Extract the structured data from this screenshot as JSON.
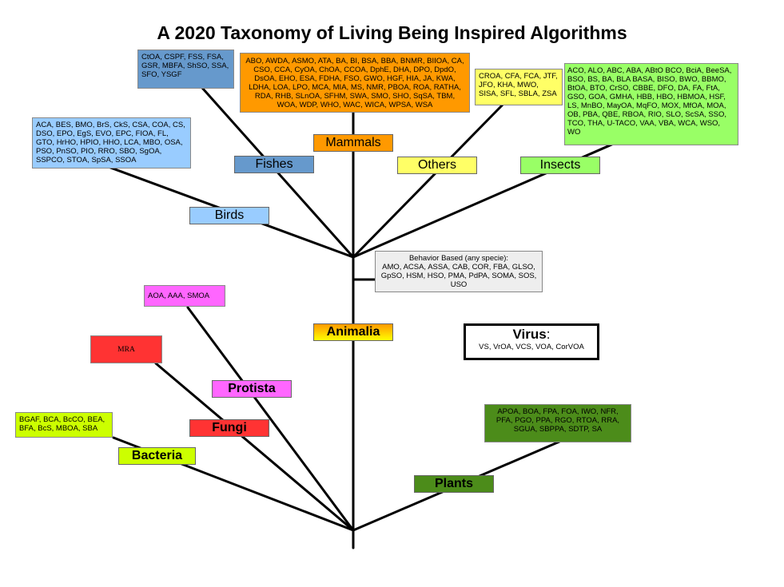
{
  "title": "A 2020 Taxonomy of Living Being Inspired Algorithms",
  "colors": {
    "mammals": "#ff9900",
    "fishes": "#6699cc",
    "birds": "#99ccff",
    "others": "#ffff66",
    "insects": "#99ff66",
    "behavior": "#eeeeee",
    "protista": "#ff66ff",
    "fungi": "#ff3333",
    "bacteria": "#ccff00",
    "plants": "#4c8c1a",
    "animalia_top": "#ff9900",
    "animalia_bottom": "#ffff00",
    "virus_border": "#000000"
  },
  "groups": {
    "mammals": {
      "label": "Mammals",
      "algorithms": "ABO, AWDA, ASMO, ATA,  BA, BI, BSA, BBA, BNMR, BIIOA, CA, CSO, CCA, CyOA, ChOA, CCOA, DphE, DHA, DPO, DpdO, DsOA, EHO, ESA, FDHA, FSO, GWO, HGF, HIA, JA, KWA, LDHA, LOA, LPO, MCA, MIA, MS, NMR, PBOA, ROA, RATHA, RDA, RHB, SLnOA, SFHM, SWA, SMO, SHO, SqSA, TBM, WOA, WDP, WHO, WAC, WICA, WPSA, WSA"
    },
    "fishes": {
      "label": "Fishes",
      "algorithms": "CtOA, CSPF, FSS, FSA, GSR, MBFA, ShSO, SSA, SFO, YSGF"
    },
    "birds": {
      "label": "Birds",
      "algorithms": "ACA, BES, BMO, BrS, CkS, CSA, COA, CS, DSO, EPO, EgS, EVO, EPC, FIOA, FL, GTO, HrHO, HPIO, HHO, LCA, MBO, OSA, PSO, PnSO, PIO, RRO, SBO, SgOA, SSPCO, STOA, SpSA, SSOA"
    },
    "others": {
      "label": "Others",
      "algorithms": "CROA, CFA, FCA, JTF, JFO, KHA, MWO, SISA, SFL, SBLA, ZSA"
    },
    "insects": {
      "label": "Insects",
      "algorithms": "ACO, ALO, ABC, ABA, ABtO BCO, BciA, BeeSA, BSO, BS, BA, BLA BASA, BISO, BWO, BBMO, BtOA, BTO, CrSO, CBBE, DFO, DA, FA, FtA, GSO, GOA, GMHA, HBB, HBO, HBMOA, HSF, LS, MnBO, MayOA, MqFO, MOX, MfOA, MOA, OB, PBA, QBE, RBOA, RIO, SLO, ScSA, SSO, TCO, THA, U-TACO, VAA, VBA, WCA, WSO, WO"
    },
    "behavior": {
      "heading": "Behavior Based (any specie):",
      "algorithms": "AMO, ACSA, ASSA, CAB, COR, FBA, GLSO, GpSO, HSM, HSO, PMA, PdPA, SOMA, SOS, USO"
    },
    "animalia": {
      "label": "Animalia"
    },
    "protista": {
      "label": "Protista",
      "algorithms": "AOA, AAA, SMOA"
    },
    "fungi": {
      "label": "Fungi",
      "algorithms": "MRA"
    },
    "bacteria": {
      "label": "Bacteria",
      "algorithms": "BGAF, BCA, BcCO, BEA, BFA, BcS, MBOA, SBA"
    },
    "plants": {
      "label": "Plants",
      "algorithms": "APOA, BOA, FPA, FOA, IWO, NFR, PFA, PGO, PPA, RGO, RTOA, RRA, SGUA, SBPPA, SDTP, SA"
    },
    "virus": {
      "label": "Virus",
      "suffix": ":",
      "algorithms": "VS, VrOA, VCS, VOA, CorVOA"
    }
  }
}
